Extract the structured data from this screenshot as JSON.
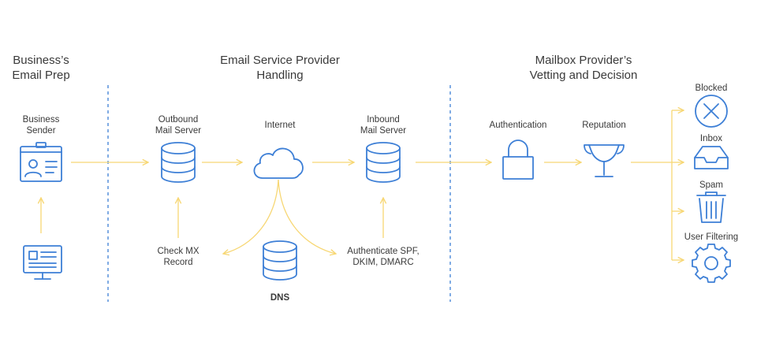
{
  "sections": {
    "prep": "Business’s\nEmail Prep",
    "esp": "Email Service Provider\nHandling",
    "mbp": "Mailbox Provider’s\nVetting and Decision"
  },
  "nodes": {
    "business_sender": "Business\nSender",
    "outbound": "Outbound\nMail Server",
    "internet": "Internet",
    "inbound": "Inbound\nMail Server",
    "authentication": "Authentication",
    "reputation": "Reputation",
    "check_mx": "Check MX\nRecord",
    "authenticate_spf": "Authenticate SPF,\nDKIM, DMARC",
    "dns": "DNS"
  },
  "outcomes": {
    "blocked": "Blocked",
    "inbox": "Inbox",
    "spam": "Spam",
    "user_filtering": "User Filtering"
  },
  "colors": {
    "icon": "#3d7fd6",
    "arrow": "#f7d774",
    "divider": "#3d7fd6"
  }
}
